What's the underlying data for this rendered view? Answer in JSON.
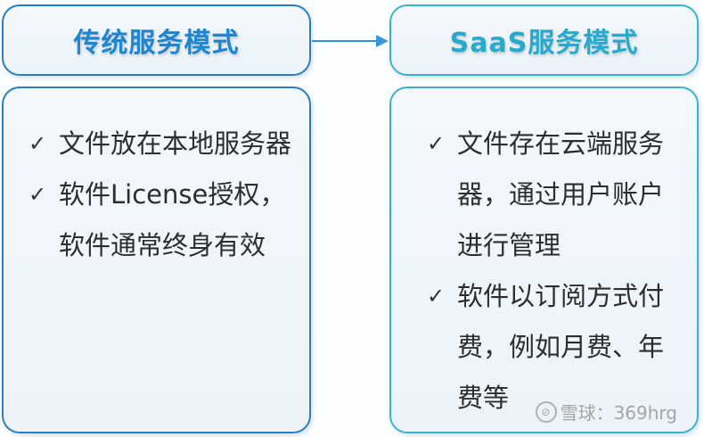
{
  "diagram": {
    "left": {
      "title": "传统服务模式",
      "items": [
        "文件放在本地服务器",
        "软件License授权，软件通常终身有效"
      ]
    },
    "right": {
      "title": "SaaS服务模式",
      "items": [
        "文件存在云端服务器，通过用户账户进行管理",
        "软件以订阅方式付费，例如月费、年费等"
      ]
    },
    "check_glyph": "✓",
    "arrow_icon": "arrow-right",
    "colors": {
      "left_border": "#2a7fc0",
      "left_title": "#1d86cf",
      "right_border": "#3ab2cf",
      "right_title": "#27aacb",
      "arrow": "#3a8fd6"
    }
  },
  "watermark": {
    "logo_glyph": "⊘",
    "text": "雪球：369hrg"
  }
}
